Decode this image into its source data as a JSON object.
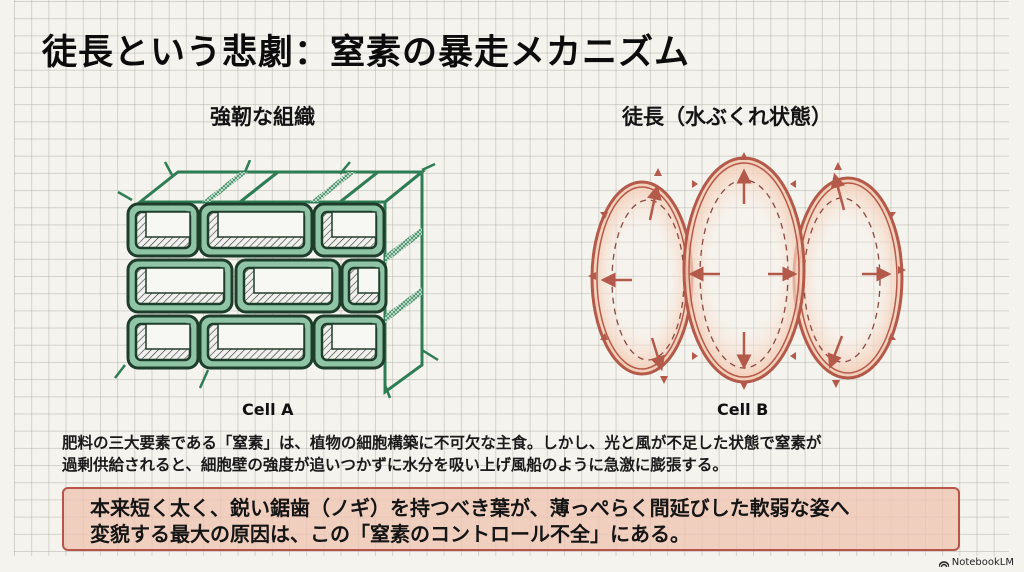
{
  "title": "徒長という悲劇：窒素の暴走メカニズム",
  "panels": {
    "left": {
      "heading": "強靭な組織",
      "figure": "rigid-brick-cell-wall-illustration",
      "label": "Cell A",
      "color": "#2e7d54"
    },
    "right": {
      "heading": "徒長（水ぶくれ状態）",
      "figure": "swollen-balloon-cells-illustration",
      "label": "Cell B",
      "color": "#c0604f"
    }
  },
  "body": {
    "line1": "肥料の三大要素である「窒素」は、植物の細胞構築に不可欠な主食。しかし、光と風が不足した状態で窒素が",
    "line2": "過剰供給されると、細胞壁の強度が追いつかずに水分を吸い上げ風船のように急激に膨張する。"
  },
  "callout": {
    "line1": "本来短く太く、鋭い鋸歯（ノギ）を持つべき葉が、薄っぺらく間延びした軟弱な姿へ",
    "line2": "変貌する最大の原因は、この「窒素のコントロール不全」にある。",
    "border_color": "#b8554a",
    "fill_color": "#f0c4b2"
  },
  "brand": {
    "icon": "notebooklm-logo-icon",
    "label": "NotebookLM"
  }
}
